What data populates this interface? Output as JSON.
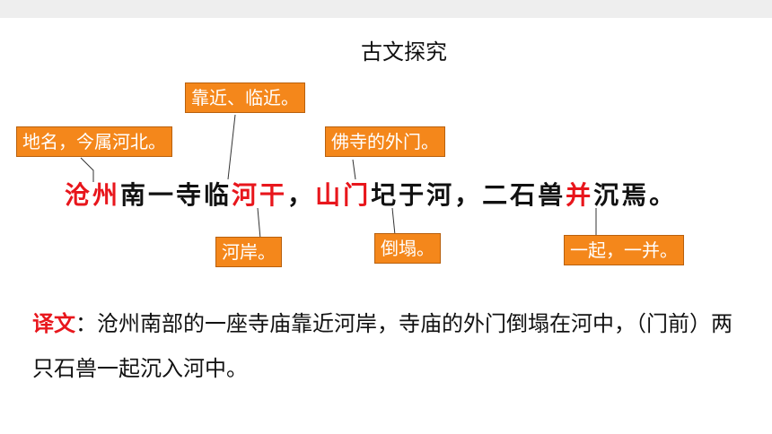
{
  "title": "古文探究",
  "notes": {
    "kao_jin": "靠近、临近。",
    "di_ming": "地名，今属河北。",
    "fo_si": "佛寺的外门。",
    "he_an": "河岸。",
    "dao_ta": "倒塌。",
    "yi_qi": "一起，一并。"
  },
  "sentence": {
    "s1": "沧州",
    "s2": "南一寺临",
    "s3": "河干",
    "s4": "，",
    "s5": "山门",
    "s6": "圮于河，二石兽",
    "s7": "并",
    "s8": "沉焉。"
  },
  "translation": {
    "label": "译文",
    "colon": "：",
    "text": "沧州南部的一座寺庙靠近河岸，寺庙的外门倒塌在河中，（门前）两只石兽一起沉入河中。"
  },
  "colors": {
    "note_bg": "#f4871b",
    "highlight": "#e8161c"
  }
}
